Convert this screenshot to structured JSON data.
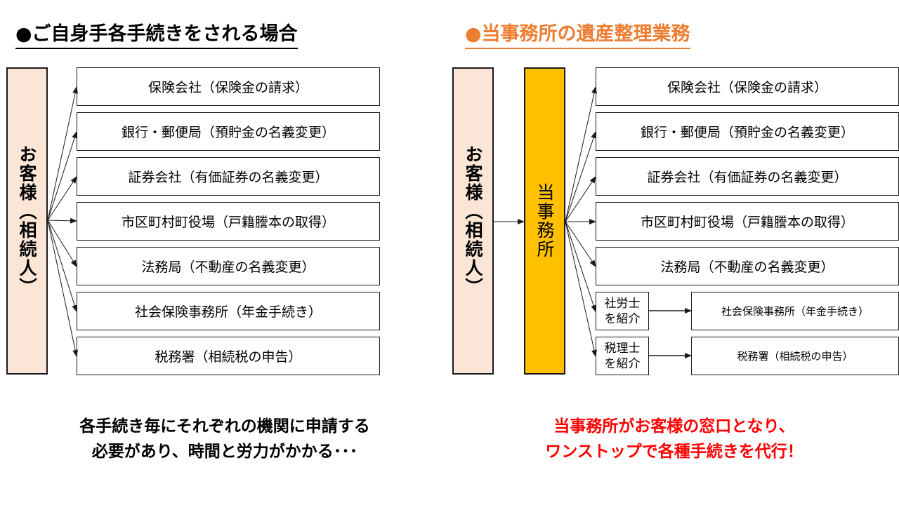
{
  "left": {
    "title": "●ご自身手各手続きをされる場合",
    "client_label": "お客様（相続人）",
    "procedures": [
      "保険会社（保険金の請求）",
      "銀行・郵便局（預貯金の名義変更）",
      "証券会社（有価証券の名義変更）",
      "市区町村町役場（戸籍謄本の取得）",
      "法務局（不動産の名義変更）",
      "社会保険事務所（年金手続き）",
      "税務署（相続税の申告）"
    ],
    "caption_line1": "各手続き毎にそれぞれの機関に申請する",
    "caption_line2": "必要があり、時間と労力がかかる･･･"
  },
  "right": {
    "title": "●当事務所の遺産整理業務",
    "client_label": "お客様（相続人）",
    "office_label": "当事務所",
    "procedures": [
      "保険会社（保険金の請求）",
      "銀行・郵便局（預貯金の名義変更）",
      "証券会社（有価証券の名義変更）",
      "市区町村町役場（戸籍謄本の取得）",
      "法務局（不動産の名義変更）"
    ],
    "referrals": [
      {
        "intro_line1": "社労士",
        "intro_line2": "を紹介",
        "target": "社会保険事務所（年金手続き）"
      },
      {
        "intro_line1": "税理士",
        "intro_line2": "を紹介",
        "target": "税務署（相続税の申告）"
      }
    ],
    "caption_line1": "当事務所がお客様の窓口となり、",
    "caption_line2": "ワンストップで各種手続きを代行！"
  },
  "colors": {
    "title_right": "#ED7D31",
    "client_fill": "#FBE5D6",
    "office_fill": "#FFC000",
    "caption_right": "#FF0000",
    "line": "#1a1a1a"
  }
}
